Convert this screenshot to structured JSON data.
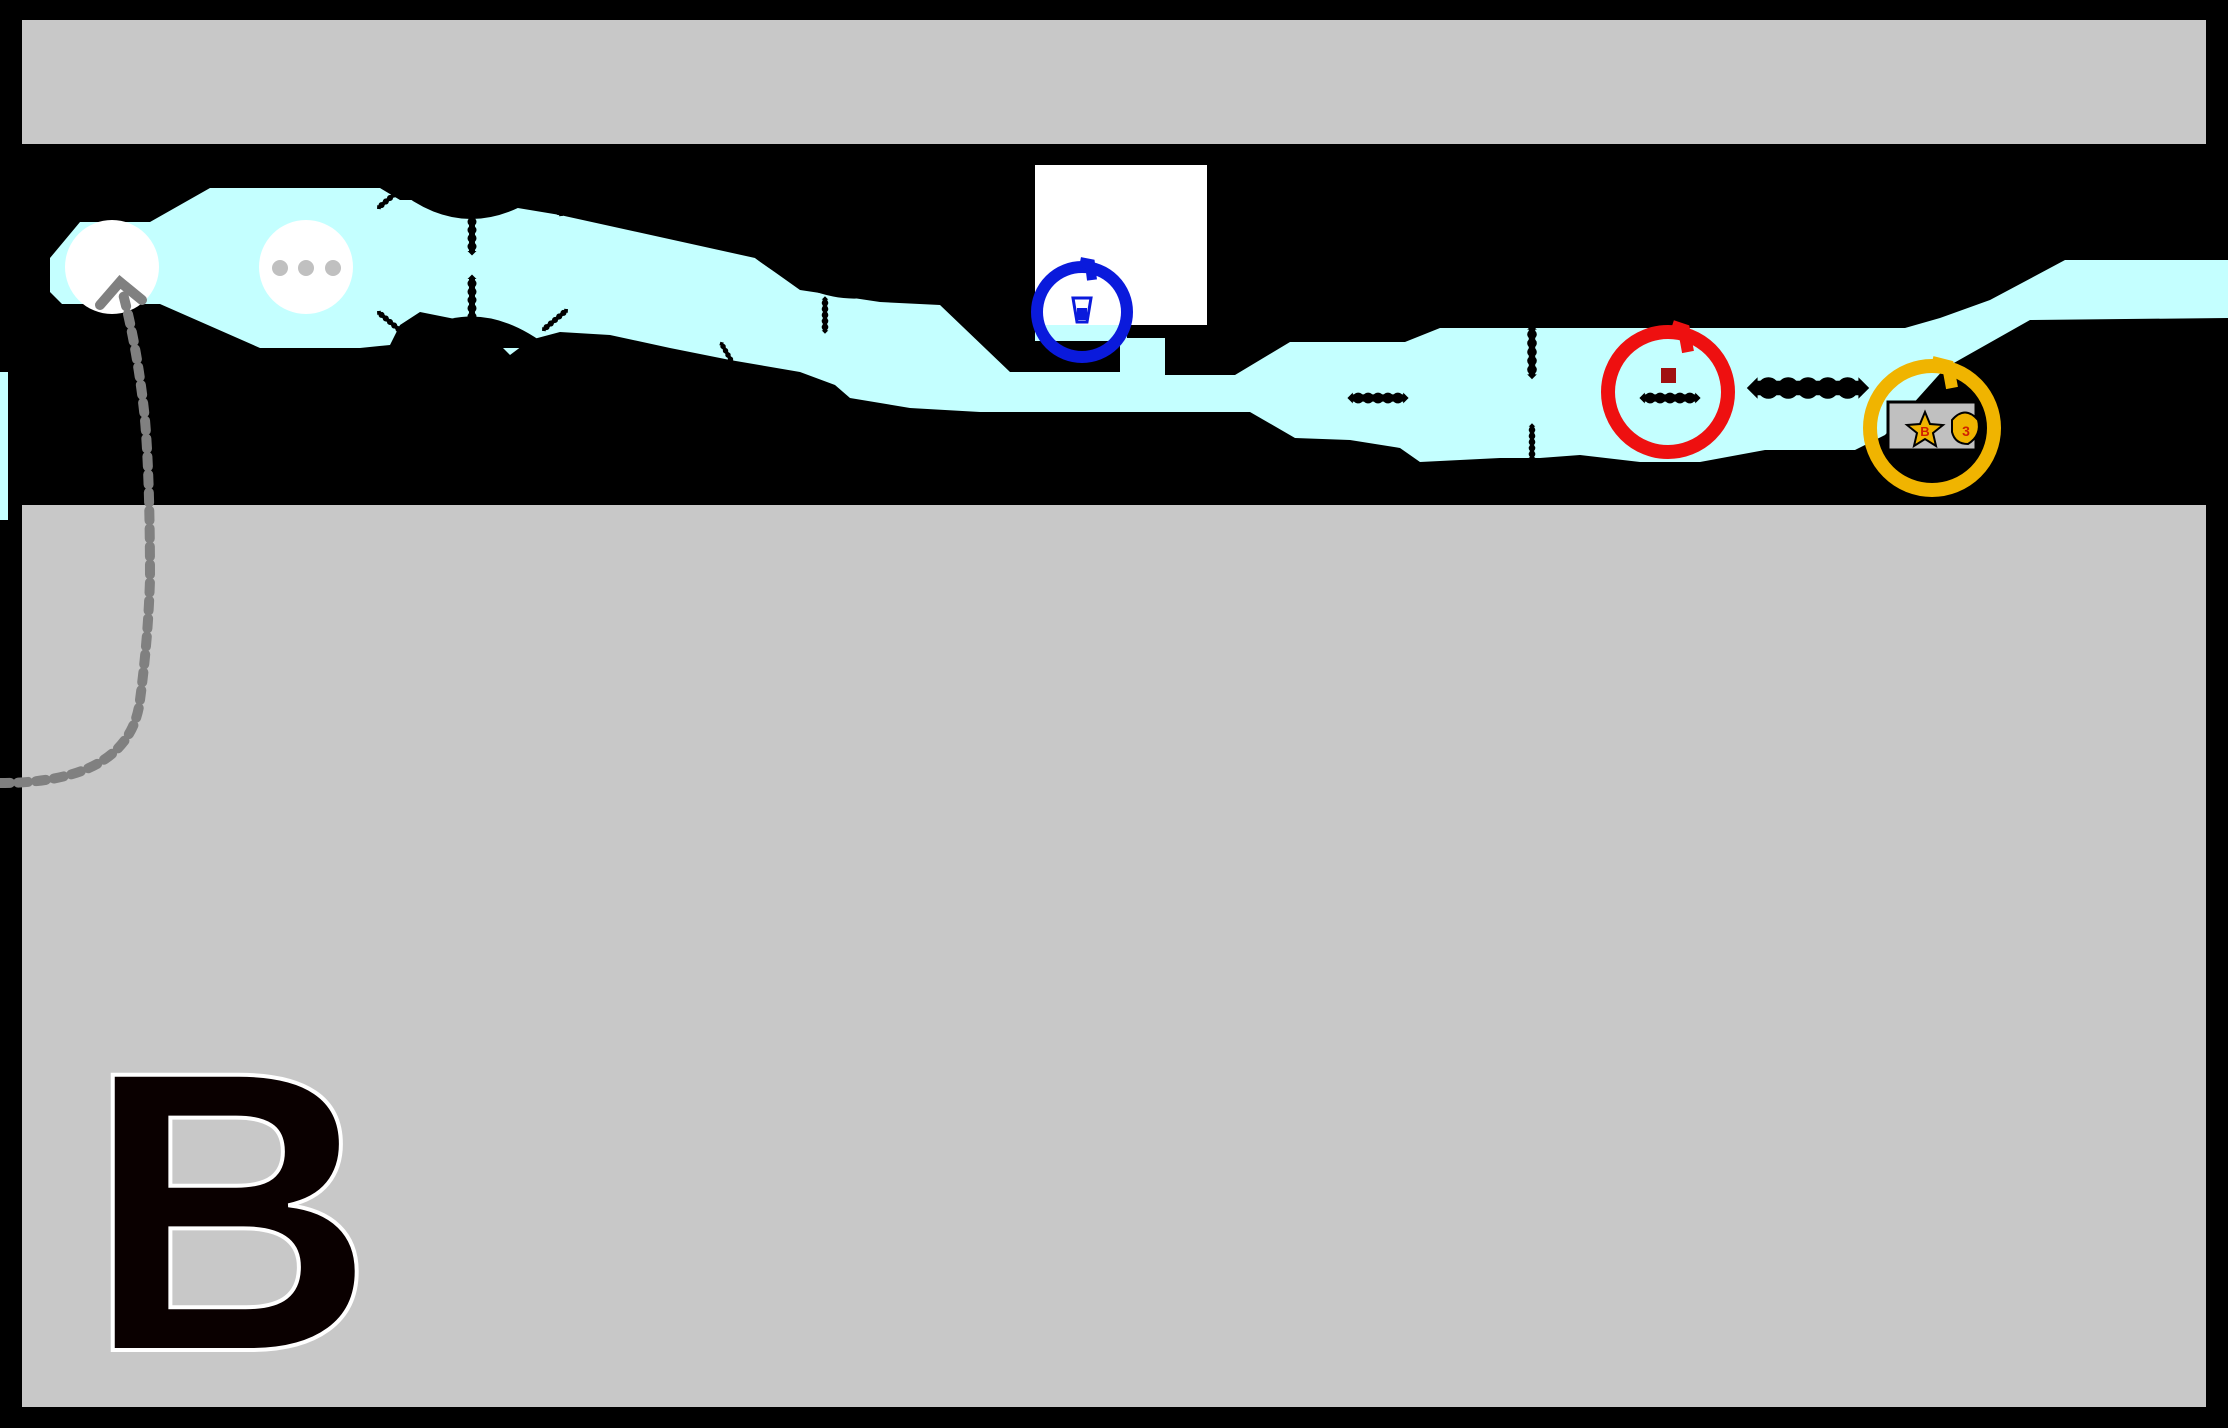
{
  "level_map": {
    "panel_label": "B",
    "colors": {
      "frame": "#000000",
      "panel_background": "#c8c8c8",
      "corridor": "#c4ffff",
      "wall": "#000000",
      "bubble": "#ffffff",
      "bubble_dots": "#c0c0c0",
      "path_arrow": "#808080",
      "blue_ring": "#0a1adc",
      "red_ring": "#ee1010",
      "red_item": "#a01010",
      "yellow_ring": "#f0b400",
      "chest_fill": "#c0c0c0",
      "star": "#f0b400",
      "star_text": "#d02000"
    },
    "items": {
      "blue_item": "potion-icon",
      "red_item": "red-square-icon",
      "yellow_items": [
        "star-icon",
        "shell-icon"
      ],
      "star_label": "B",
      "shell_label": "3"
    },
    "hazards": "spiked-barrier-icon",
    "start_marker": "dotted-path-arrow-icon"
  }
}
